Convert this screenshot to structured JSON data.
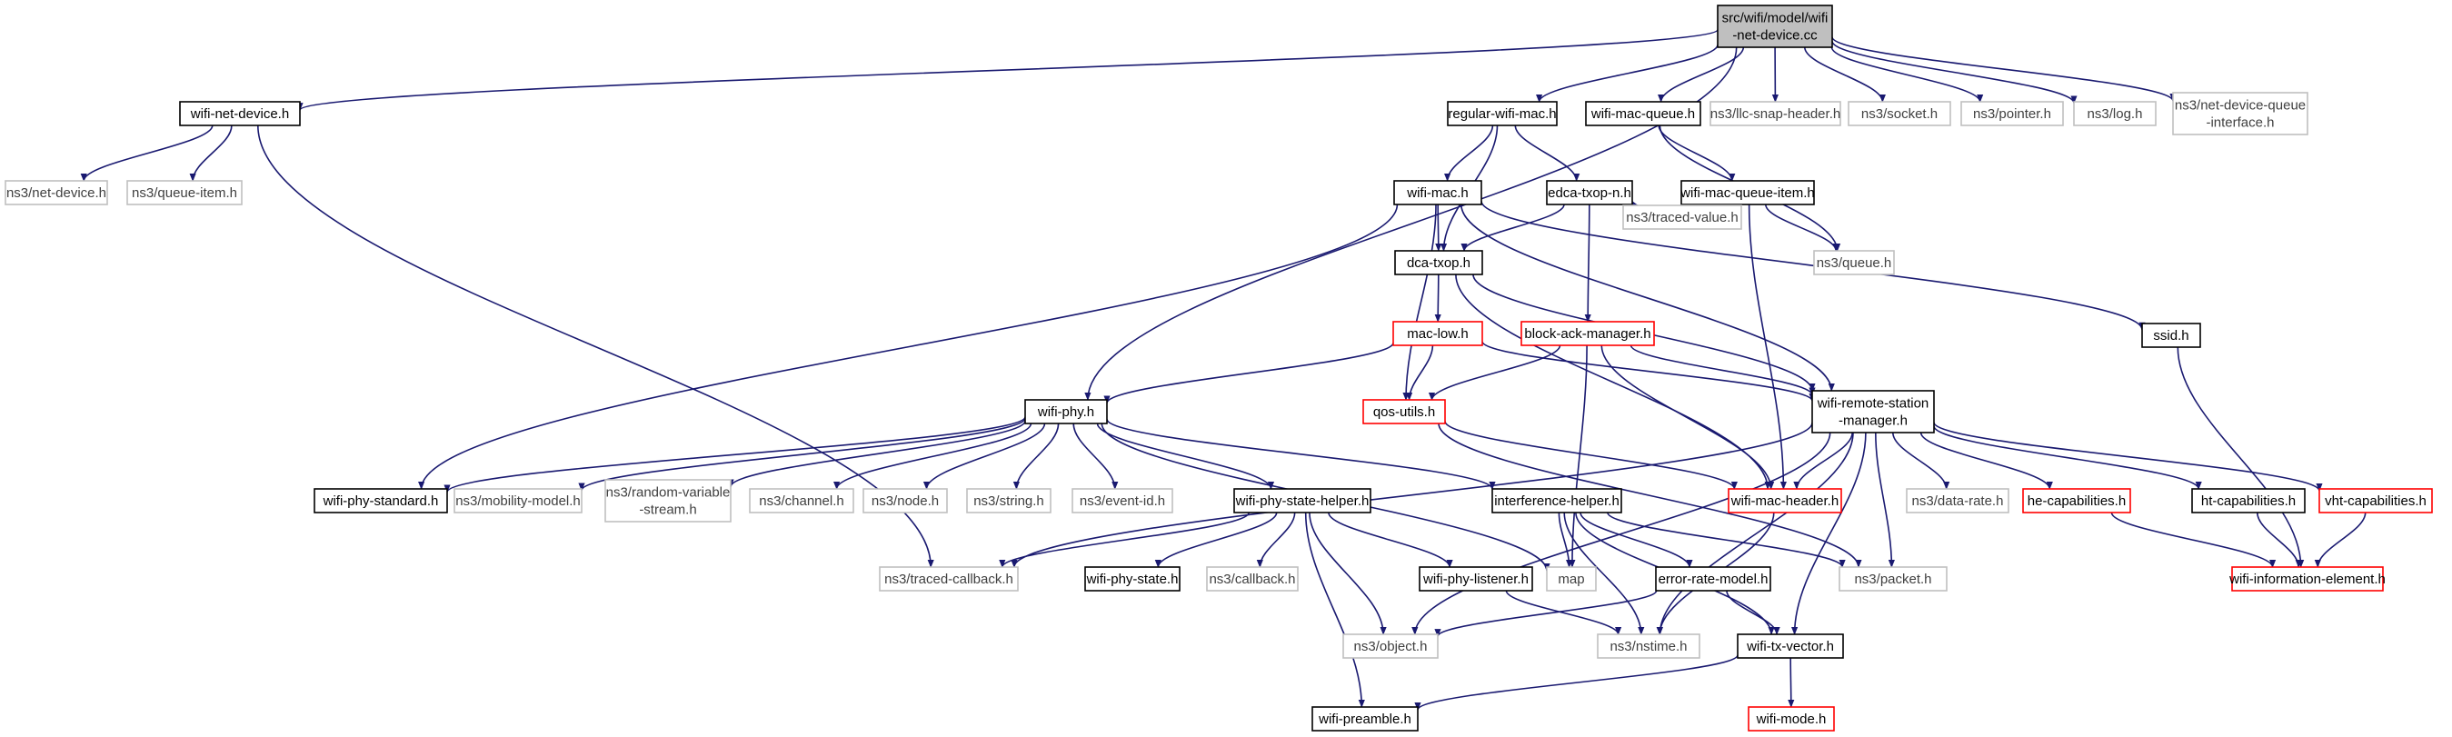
{
  "colors": {
    "edge": "#191970",
    "border_project": "#000000",
    "border_missing": "#ff0000",
    "border_system": "#bfbfbf",
    "fill_root": "#bfbfbf",
    "fill_default": "#ffffff",
    "text_project": "#000000",
    "text_system": "#404040"
  },
  "nodes": [
    {
      "id": "root",
      "label": [
        "src/wifi/model/wifi",
        "-net-device.cc"
      ],
      "kind": "root"
    },
    {
      "id": "wnd",
      "label": [
        "wifi-net-device.h"
      ],
      "kind": "project"
    },
    {
      "id": "rwm",
      "label": [
        "regular-wifi-mac.h"
      ],
      "kind": "project"
    },
    {
      "id": "wmq",
      "label": [
        "wifi-mac-queue.h"
      ],
      "kind": "project"
    },
    {
      "id": "llc",
      "label": [
        "ns3/llc-snap-header.h"
      ],
      "kind": "system"
    },
    {
      "id": "sock",
      "label": [
        "ns3/socket.h"
      ],
      "kind": "system"
    },
    {
      "id": "ptr",
      "label": [
        "ns3/pointer.h"
      ],
      "kind": "system"
    },
    {
      "id": "log",
      "label": [
        "ns3/log.h"
      ],
      "kind": "system"
    },
    {
      "id": "ndq",
      "label": [
        "ns3/net-device-queue",
        "-interface.h"
      ],
      "kind": "system"
    },
    {
      "id": "netdev",
      "label": [
        "ns3/net-device.h"
      ],
      "kind": "system"
    },
    {
      "id": "qitem",
      "label": [
        "ns3/queue-item.h"
      ],
      "kind": "system"
    },
    {
      "id": "wmac",
      "label": [
        "wifi-mac.h"
      ],
      "kind": "project"
    },
    {
      "id": "edca",
      "label": [
        "edca-txop-n.h"
      ],
      "kind": "project"
    },
    {
      "id": "wmqi",
      "label": [
        "wifi-mac-queue-item.h"
      ],
      "kind": "project"
    },
    {
      "id": "dca",
      "label": [
        "dca-txop.h"
      ],
      "kind": "project"
    },
    {
      "id": "tval",
      "label": [
        "ns3/traced-value.h"
      ],
      "kind": "system"
    },
    {
      "id": "queue",
      "label": [
        "ns3/queue.h"
      ],
      "kind": "system"
    },
    {
      "id": "ssid",
      "label": [
        "ssid.h"
      ],
      "kind": "project"
    },
    {
      "id": "maclow",
      "label": [
        "mac-low.h"
      ],
      "kind": "missing"
    },
    {
      "id": "bam",
      "label": [
        "block-ack-manager.h"
      ],
      "kind": "missing"
    },
    {
      "id": "wrsm",
      "label": [
        "wifi-remote-station",
        "-manager.h"
      ],
      "kind": "project"
    },
    {
      "id": "wphy",
      "label": [
        "wifi-phy.h"
      ],
      "kind": "project"
    },
    {
      "id": "qos",
      "label": [
        "qos-utils.h"
      ],
      "kind": "missing"
    },
    {
      "id": "wps",
      "label": [
        "wifi-phy-standard.h"
      ],
      "kind": "project"
    },
    {
      "id": "mob",
      "label": [
        "ns3/mobility-model.h"
      ],
      "kind": "system"
    },
    {
      "id": "rvs",
      "label": [
        "ns3/random-variable",
        "-stream.h"
      ],
      "kind": "system"
    },
    {
      "id": "chan",
      "label": [
        "ns3/channel.h"
      ],
      "kind": "system"
    },
    {
      "id": "node",
      "label": [
        "ns3/node.h"
      ],
      "kind": "system"
    },
    {
      "id": "str",
      "label": [
        "ns3/string.h"
      ],
      "kind": "system"
    },
    {
      "id": "evid",
      "label": [
        "ns3/event-id.h"
      ],
      "kind": "system"
    },
    {
      "id": "wpsh",
      "label": [
        "wifi-phy-state-helper.h"
      ],
      "kind": "project"
    },
    {
      "id": "ih",
      "label": [
        "interference-helper.h"
      ],
      "kind": "project"
    },
    {
      "id": "wmh",
      "label": [
        "wifi-mac-header.h"
      ],
      "kind": "missing"
    },
    {
      "id": "drate",
      "label": [
        "ns3/data-rate.h"
      ],
      "kind": "system"
    },
    {
      "id": "hecap",
      "label": [
        "he-capabilities.h"
      ],
      "kind": "missing"
    },
    {
      "id": "htcap",
      "label": [
        "ht-capabilities.h"
      ],
      "kind": "project"
    },
    {
      "id": "vhtcap",
      "label": [
        "vht-capabilities.h"
      ],
      "kind": "missing"
    },
    {
      "id": "tcb",
      "label": [
        "ns3/traced-callback.h"
      ],
      "kind": "system"
    },
    {
      "id": "wpst",
      "label": [
        "wifi-phy-state.h"
      ],
      "kind": "project"
    },
    {
      "id": "cb",
      "label": [
        "ns3/callback.h"
      ],
      "kind": "system"
    },
    {
      "id": "wpl",
      "label": [
        "wifi-phy-listener.h"
      ],
      "kind": "project"
    },
    {
      "id": "map",
      "label": [
        "map"
      ],
      "kind": "system"
    },
    {
      "id": "erm",
      "label": [
        "error-rate-model.h"
      ],
      "kind": "project"
    },
    {
      "id": "pkt",
      "label": [
        "ns3/packet.h"
      ],
      "kind": "system"
    },
    {
      "id": "wie",
      "label": [
        "wifi-information-element.h"
      ],
      "kind": "missing"
    },
    {
      "id": "obj",
      "label": [
        "ns3/object.h"
      ],
      "kind": "system"
    },
    {
      "id": "nst",
      "label": [
        "ns3/nstime.h"
      ],
      "kind": "system"
    },
    {
      "id": "wtv",
      "label": [
        "wifi-tx-vector.h"
      ],
      "kind": "project"
    },
    {
      "id": "wpre",
      "label": [
        "wifi-preamble.h"
      ],
      "kind": "project"
    },
    {
      "id": "wmode",
      "label": [
        "wifi-mode.h"
      ],
      "kind": "missing"
    }
  ],
  "edges": [
    [
      "root",
      "wnd"
    ],
    [
      "root",
      "rwm"
    ],
    [
      "root",
      "wmq"
    ],
    [
      "root",
      "llc"
    ],
    [
      "root",
      "sock"
    ],
    [
      "root",
      "ptr"
    ],
    [
      "root",
      "log"
    ],
    [
      "root",
      "ndq"
    ],
    [
      "root",
      "wphy"
    ],
    [
      "wnd",
      "netdev"
    ],
    [
      "wnd",
      "qitem"
    ],
    [
      "wnd",
      "tcb"
    ],
    [
      "rwm",
      "wmac"
    ],
    [
      "rwm",
      "edca"
    ],
    [
      "rwm",
      "dca"
    ],
    [
      "wmq",
      "wmqi"
    ],
    [
      "wmq",
      "queue"
    ],
    [
      "wmac",
      "dca"
    ],
    [
      "wmac",
      "wps"
    ],
    [
      "wmac",
      "qos"
    ],
    [
      "wmac",
      "wrsm"
    ],
    [
      "wmac",
      "ssid"
    ],
    [
      "edca",
      "dca"
    ],
    [
      "edca",
      "tval"
    ],
    [
      "edca",
      "bam"
    ],
    [
      "wmqi",
      "wmh"
    ],
    [
      "wmqi",
      "queue"
    ],
    [
      "dca",
      "maclow"
    ],
    [
      "dca",
      "wrsm"
    ],
    [
      "dca",
      "wmh"
    ],
    [
      "ssid",
      "wie"
    ],
    [
      "maclow",
      "wphy"
    ],
    [
      "maclow",
      "qos"
    ],
    [
      "maclow",
      "wrsm"
    ],
    [
      "bam",
      "qos"
    ],
    [
      "bam",
      "wrsm"
    ],
    [
      "bam",
      "wmh"
    ],
    [
      "bam",
      "map"
    ],
    [
      "qos",
      "wmh"
    ],
    [
      "qos",
      "pkt"
    ],
    [
      "wrsm",
      "wmh"
    ],
    [
      "wrsm",
      "drate"
    ],
    [
      "wrsm",
      "hecap"
    ],
    [
      "wrsm",
      "htcap"
    ],
    [
      "wrsm",
      "vhtcap"
    ],
    [
      "wrsm",
      "pkt"
    ],
    [
      "wrsm",
      "obj"
    ],
    [
      "wrsm",
      "nst"
    ],
    [
      "wrsm",
      "wtv"
    ],
    [
      "wrsm",
      "tcb"
    ],
    [
      "wphy",
      "wps"
    ],
    [
      "wphy",
      "mob"
    ],
    [
      "wphy",
      "rvs"
    ],
    [
      "wphy",
      "chan"
    ],
    [
      "wphy",
      "node"
    ],
    [
      "wphy",
      "str"
    ],
    [
      "wphy",
      "evid"
    ],
    [
      "wphy",
      "wpsh"
    ],
    [
      "wphy",
      "ih"
    ],
    [
      "wphy",
      "map"
    ],
    [
      "wpsh",
      "tcb"
    ],
    [
      "wpsh",
      "wpst"
    ],
    [
      "wpsh",
      "cb"
    ],
    [
      "wpsh",
      "wpl"
    ],
    [
      "wpsh",
      "obj"
    ],
    [
      "wpsh",
      "wpre"
    ],
    [
      "ih",
      "map"
    ],
    [
      "ih",
      "erm"
    ],
    [
      "ih",
      "pkt"
    ],
    [
      "ih",
      "nst"
    ],
    [
      "ih",
      "wtv"
    ],
    [
      "wmh",
      "nst"
    ],
    [
      "hecap",
      "wie"
    ],
    [
      "htcap",
      "wie"
    ],
    [
      "vhtcap",
      "wie"
    ],
    [
      "wpl",
      "nst"
    ],
    [
      "erm",
      "obj"
    ],
    [
      "erm",
      "wtv"
    ],
    [
      "wtv",
      "wpre"
    ],
    [
      "wtv",
      "wmode"
    ]
  ]
}
